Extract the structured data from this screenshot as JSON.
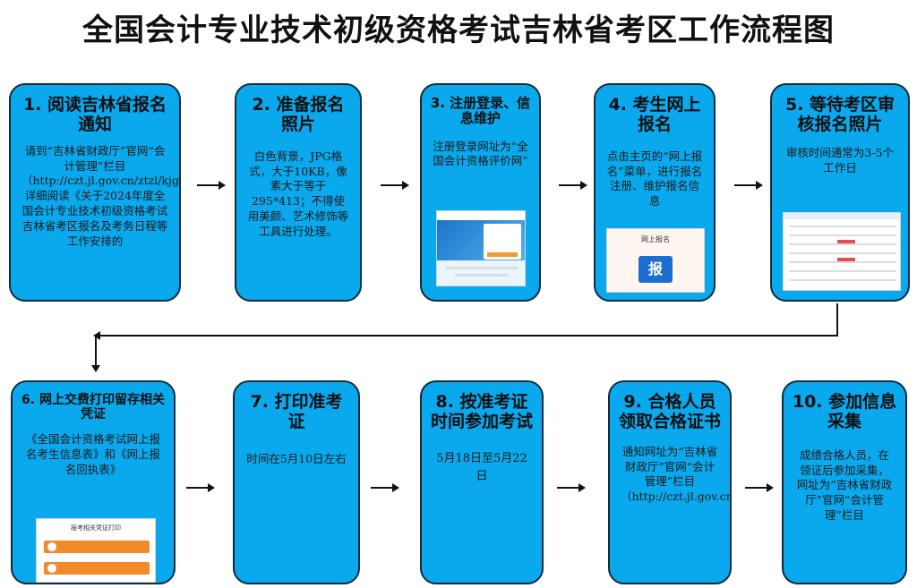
{
  "title": "全国会计专业技术初级资格考试吉林省考区工作流程图",
  "steps": [
    {
      "head": "1. 阅读吉林省报名通知",
      "body": "请到“吉林省财政厅”官网“会计管理”栏目（http://czt.jl.gov.cn/ztzl/kjgl/）详细阅读《关于2024年度全国会计专业技术初级资格考试吉林省考区报名及考务日程等工作安排的"
    },
    {
      "head": "2. 准备报名照片",
      "body": "白色背景，JPG格式，大于10KB，像素大于等于295*413；不得使用美颜、艺术修饰等工具进行处理。"
    },
    {
      "head": "3. 注册登录、信息维护",
      "body": "注册登录网址为“全国会计资格评价网”"
    },
    {
      "head": "4. 考生网上报名",
      "body": "点击主页的“网上报名”菜单，进行报名注册、维护报名信息"
    },
    {
      "head": "5. 等待考区审核报名照片",
      "body": "审核时间通常为3-5个工作日"
    },
    {
      "head": "6. 网上交费打印留存相关凭证",
      "body": "《全国会计资格考试网上报名考生信息表》和《网上报名回执表》"
    },
    {
      "head": "7. 打印准考证",
      "body": "时间在5月10日左右"
    },
    {
      "head": "8. 按准考证时间参加考试",
      "body": "5月18日至5月22日"
    },
    {
      "head": "9. 合格人员领取合格证书",
      "body": "通知网址为“吉林省财政厅”官网“会计管理”栏目（http://czt.jl.gov.cn/ztzl/kjgl/）"
    },
    {
      "head": "10. 参加信息采集",
      "body": "成绩合格人员，在领证后参加采集，网址为“吉林省财政厅”官网“会计管理”栏目"
    }
  ],
  "thumbs": {
    "report_label": "报",
    "online_report_label": "网上报名",
    "print_title": "报考相关凭证打印"
  },
  "colors": {
    "box": "#0aa8ec",
    "border": "#0b2d3f",
    "arrow": "#111111"
  }
}
